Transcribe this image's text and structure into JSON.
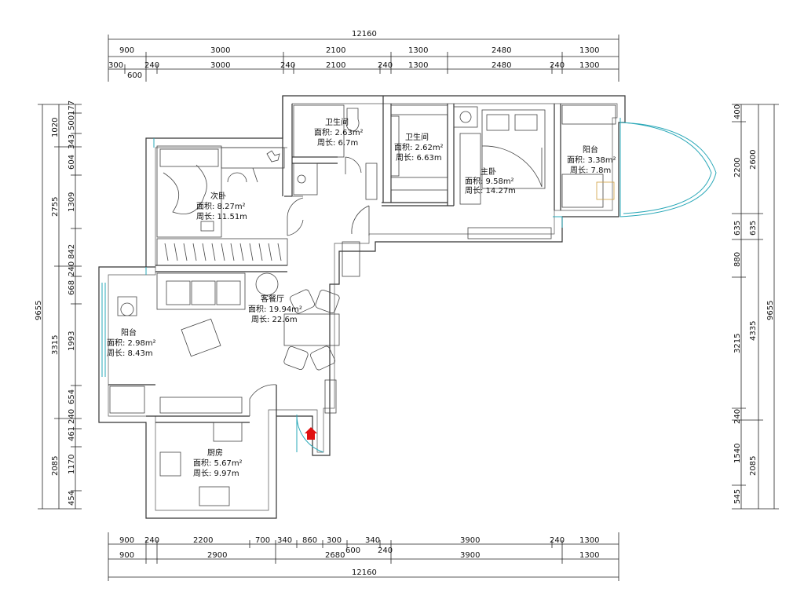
{
  "dimensions": {
    "top_total": "12160",
    "top_row1": [
      "900",
      "3000",
      "2100",
      "1300",
      "2480",
      "1300"
    ],
    "top_row2": [
      "300",
      "240",
      "3000",
      "240",
      "2100",
      "240",
      "1300",
      "2480",
      "240",
      "1300"
    ],
    "top_row3": [
      "600"
    ],
    "bottom_row1": [
      "900",
      "240",
      "2200",
      "700",
      "340",
      "860",
      "300",
      "600",
      "340",
      "240",
      "3900",
      "240",
      "1300"
    ],
    "bottom_row2": [
      "900",
      "2900",
      "2680",
      "3900",
      "1300"
    ],
    "bottom_total": "12160",
    "left_total": "9655",
    "left_outer": [
      "1020",
      "2755",
      "3315",
      "2085"
    ],
    "left_inner": [
      "177",
      "500",
      "343",
      "604",
      "1309",
      "842",
      "240",
      "668",
      "1993",
      "654",
      "240",
      "461",
      "1170",
      "454"
    ],
    "right_total": "9655",
    "right_outer": [
      "400",
      "2200",
      "635",
      "880",
      "3215",
      "240",
      "1540",
      "545"
    ],
    "right_inner": [
      "2600",
      "635",
      "4335",
      "2085"
    ]
  },
  "rooms": {
    "bath1": {
      "name": "卫生间",
      "area": "面积: 2.63m²",
      "perimeter": "周长: 6.7m"
    },
    "bath2": {
      "name": "卫生间",
      "area": "面积: 2.62m²",
      "perimeter": "周长: 6.63m"
    },
    "master": {
      "name": "主卧",
      "area": "面积: 9.58m²",
      "perimeter": "周长: 14.27m"
    },
    "balcony_right": {
      "name": "阳台",
      "area": "面积: 3.38m²",
      "perimeter": "周长: 7.8m"
    },
    "second": {
      "name": "次卧",
      "area": "面积: 8.27m²",
      "perimeter": "周长: 11.51m"
    },
    "living": {
      "name": "客餐厅",
      "area": "面积: 19.94m²",
      "perimeter": "周长: 22.6m"
    },
    "balcony_left": {
      "name": "阳台",
      "area": "面积: 2.98m²",
      "perimeter": "周长: 8.43m"
    },
    "kitchen": {
      "name": "厨房",
      "area": "面积: 5.67m²",
      "perimeter": "周长: 9.97m"
    }
  },
  "colors": {
    "entrance": "#e01010",
    "glass": "#2aa8b8"
  },
  "icons": {
    "entrance": "entrance-marker-icon"
  }
}
